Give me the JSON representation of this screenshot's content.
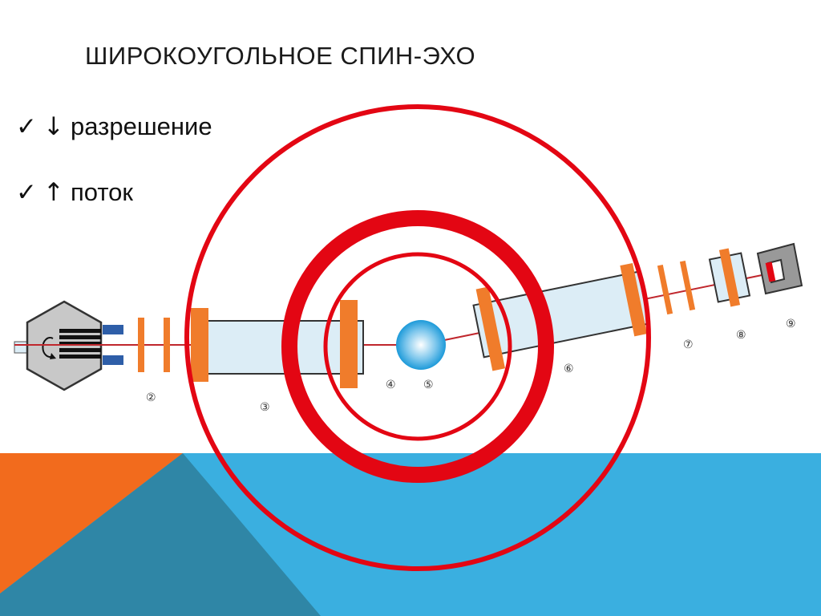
{
  "slide": {
    "title": "ШИРОКОУГОЛЬНОЕ СПИН-ЭХО",
    "bullets": [
      {
        "check": "✓",
        "arrow": "↓",
        "text": "разрешение"
      },
      {
        "check": "✓",
        "arrow": "↑",
        "text": "поток"
      }
    ]
  },
  "diagram": {
    "labels": [
      "②",
      "③",
      "④",
      "⑤",
      "⑥",
      "⑦",
      "⑧",
      "⑨"
    ]
  },
  "colors": {
    "ring_red": "#e30613",
    "orange": "#f07c2b",
    "band_blue": "#3aafe0",
    "band_orange": "#f26b1d",
    "tube_fill": "#dcedf6",
    "beam": "#c0272d"
  }
}
